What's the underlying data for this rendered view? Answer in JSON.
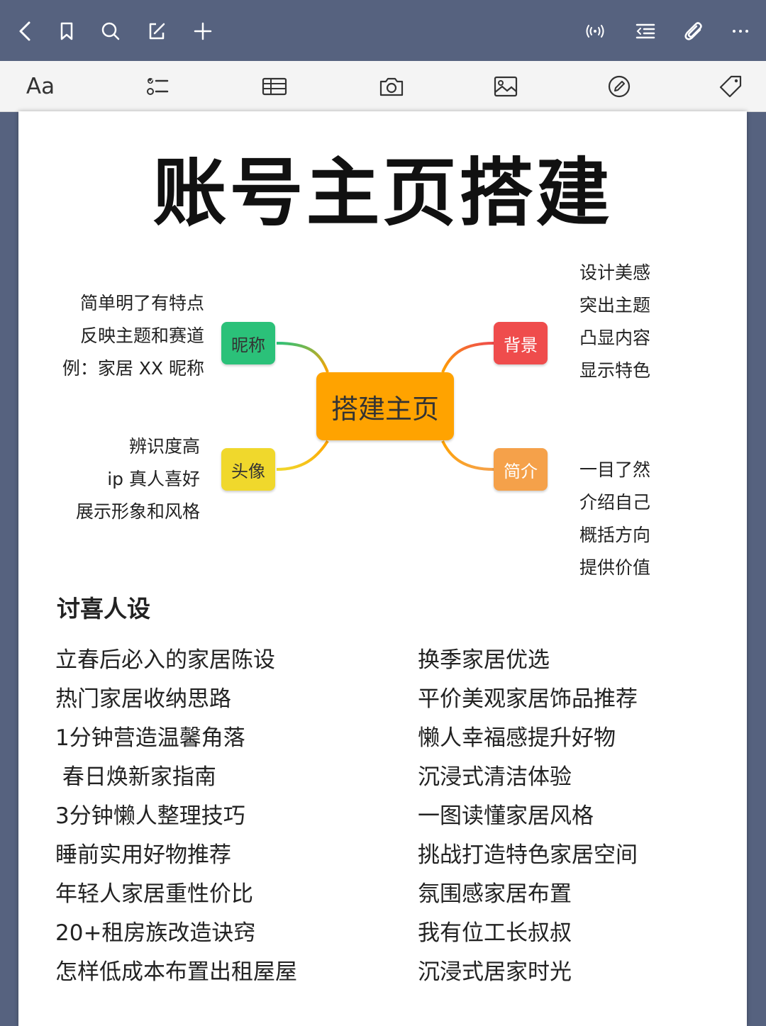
{
  "toolbar": {
    "text_style_label": "Aa"
  },
  "icons": {
    "top": [
      "back-icon",
      "bookmark-icon",
      "search-icon",
      "edit-icon",
      "add-icon",
      "broadcast-icon",
      "outline-icon",
      "attachment-icon",
      "more-icon"
    ],
    "tools": [
      "text-style-icon",
      "checklist-icon",
      "table-icon",
      "camera-icon",
      "image-icon",
      "pen-icon",
      "tag-icon"
    ]
  },
  "page": {
    "title": "账号主页搭建"
  },
  "mindmap": {
    "center": "搭建主页",
    "nickname": {
      "label": "昵称",
      "color": "#2bc179",
      "notes": [
        "简单明了有特点",
        "反映主题和赛道",
        "例：家居 XX 昵称"
      ]
    },
    "avatar": {
      "label": "头像",
      "color": "#f0d82c",
      "notes": [
        "辨识度高",
        "ip 真人喜好",
        "展示形象和风格"
      ]
    },
    "background": {
      "label": "背景",
      "color": "#ef4c4c",
      "notes": [
        "设计美感",
        "突出主题",
        "凸显内容",
        "显示特色"
      ]
    },
    "intro": {
      "label": "简介",
      "color": "#f5a14a",
      "notes": [
        "一目了然",
        "介绍自己",
        "概括方向",
        "提供价值"
      ]
    },
    "center_color": "#ffa300"
  },
  "persona": {
    "heading": "讨喜人设",
    "left": [
      "立春后必入的家居陈设",
      "热门家居收纳思路",
      "1分钟营造温馨角落",
      " 春日焕新家指南",
      "3分钟懒人整理技巧",
      "睡前实用好物推荐",
      "年轻人家居重性价比",
      "20+租房族改造诀窍",
      "怎样低成本布置出租屋屋"
    ],
    "right": [
      "换季家居优选",
      "平价美观家居饰品推荐",
      "懒人幸福感提升好物",
      "沉浸式清洁体验",
      "一图读懂家居风格",
      "挑战打造特色家居空间",
      "氛围感家居布置",
      "我有位工长叔叔",
      "沉浸式居家时光"
    ]
  }
}
